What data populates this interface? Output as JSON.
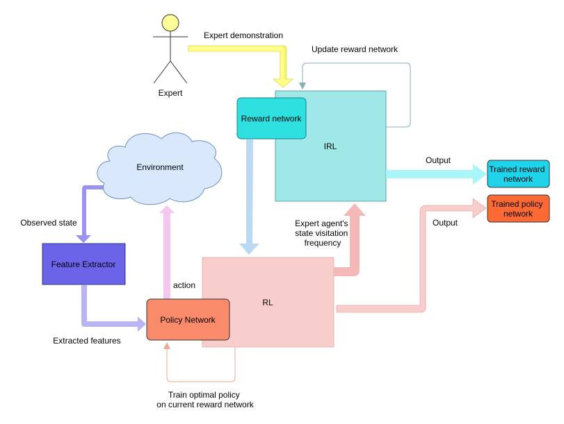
{
  "nodes": {
    "expert": "Expert",
    "environment": "Environment",
    "feature_extractor": "Feature Extractor",
    "policy_network": "Policy Network",
    "reward_network": "Reward network",
    "irl": "IRL",
    "rl": "RL",
    "trained_reward_network": [
      "Trained reward",
      "network"
    ],
    "trained_policy_network": [
      "Trained policy",
      "network"
    ]
  },
  "edges": {
    "expert_demonstration": "Expert demonstration",
    "update_reward_network": "Update reward network",
    "observed_state": "Observed state",
    "extracted_features": "Extracted features",
    "action": "action",
    "output_reward": "Output",
    "output_policy": "Output",
    "state_visitation": [
      "Expert agent's",
      "state visitation",
      "frequency"
    ],
    "train_policy": [
      "Train optimal policy",
      "on current reward network"
    ]
  },
  "colors": {
    "irl_fill": "#a0e8e8",
    "rl_fill": "#f8cecc",
    "reward_network_fill": "#2ee0e0",
    "policy_network_fill": "#f98a6a",
    "feature_extractor_fill": "#6b63e8",
    "environment_fill": "#dae8fc",
    "trained_reward_fill": "#1fd4ea",
    "trained_policy_fill": "#fb6a35",
    "expert_head": "#ffff99"
  }
}
